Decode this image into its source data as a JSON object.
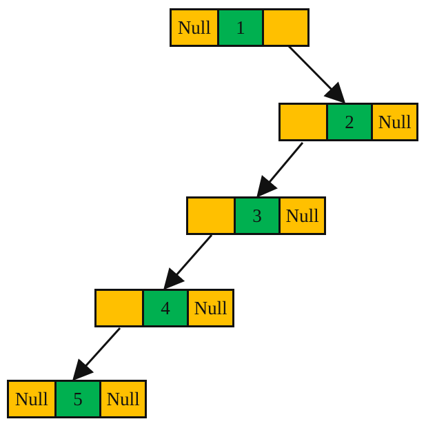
{
  "diagram": {
    "nodes": [
      {
        "left": "Null",
        "value": "1",
        "right": ""
      },
      {
        "left": "",
        "value": "2",
        "right": "Null"
      },
      {
        "left": "",
        "value": "3",
        "right": "Null"
      },
      {
        "left": "",
        "value": "4",
        "right": "Null"
      },
      {
        "left": "Null",
        "value": "5",
        "right": "Null"
      }
    ],
    "edges": [
      {
        "from": "1",
        "to": "2"
      },
      {
        "from": "2",
        "to": "3"
      },
      {
        "from": "3",
        "to": "4"
      },
      {
        "from": "4",
        "to": "5"
      }
    ],
    "colors": {
      "pointer_cell": "#ffc000",
      "value_cell": "#00b050",
      "border": "#111111"
    }
  }
}
